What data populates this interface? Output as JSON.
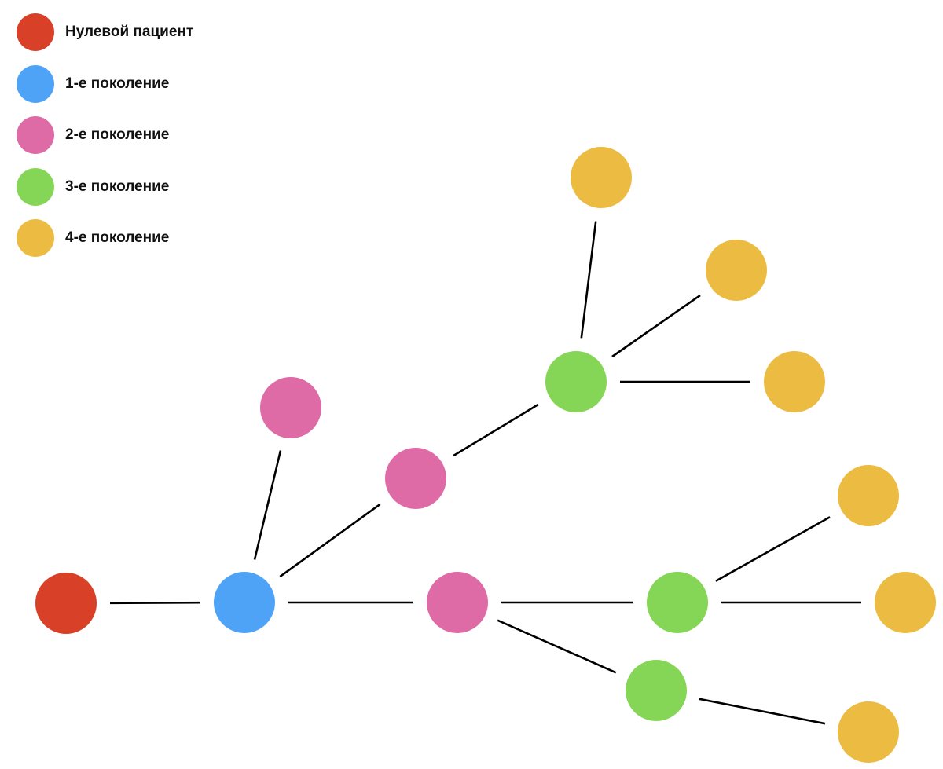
{
  "legend": {
    "items": [
      {
        "label": "Нулевой пациент",
        "color": "#d84128"
      },
      {
        "label": "1-е поколение",
        "color": "#4fa3f7"
      },
      {
        "label": "2-е поколение",
        "color": "#de6ba6"
      },
      {
        "label": "3-е поколение",
        "color": "#85d656"
      },
      {
        "label": "4-е поколение",
        "color": "#ecbb42"
      }
    ]
  },
  "graph": {
    "line_color": "#000000",
    "nodes": [
      {
        "id": "patient-zero",
        "generation": 0
      },
      {
        "id": "gen1",
        "generation": 1
      },
      {
        "id": "gen2-top",
        "generation": 2
      },
      {
        "id": "gen2-middle",
        "generation": 2
      },
      {
        "id": "gen2-bottom",
        "generation": 2
      },
      {
        "id": "gen3-upper",
        "generation": 3
      },
      {
        "id": "gen3-middle",
        "generation": 3
      },
      {
        "id": "gen3-lower",
        "generation": 3
      },
      {
        "id": "gen4-a",
        "generation": 4
      },
      {
        "id": "gen4-b",
        "generation": 4
      },
      {
        "id": "gen4-c",
        "generation": 4
      },
      {
        "id": "gen4-d",
        "generation": 4
      },
      {
        "id": "gen4-e",
        "generation": 4
      },
      {
        "id": "gen4-f",
        "generation": 4
      }
    ],
    "edges": [
      {
        "from": "patient-zero",
        "to": "gen1"
      },
      {
        "from": "gen1",
        "to": "gen2-top"
      },
      {
        "from": "gen1",
        "to": "gen2-middle"
      },
      {
        "from": "gen1",
        "to": "gen2-bottom"
      },
      {
        "from": "gen2-middle",
        "to": "gen3-upper"
      },
      {
        "from": "gen3-upper",
        "to": "gen4-a"
      },
      {
        "from": "gen3-upper",
        "to": "gen4-b"
      },
      {
        "from": "gen3-upper",
        "to": "gen4-c"
      },
      {
        "from": "gen2-bottom",
        "to": "gen3-middle"
      },
      {
        "from": "gen2-bottom",
        "to": "gen3-lower"
      },
      {
        "from": "gen3-middle",
        "to": "gen4-d"
      },
      {
        "from": "gen3-middle",
        "to": "gen4-e"
      },
      {
        "from": "gen3-lower",
        "to": "gen4-f"
      }
    ]
  }
}
